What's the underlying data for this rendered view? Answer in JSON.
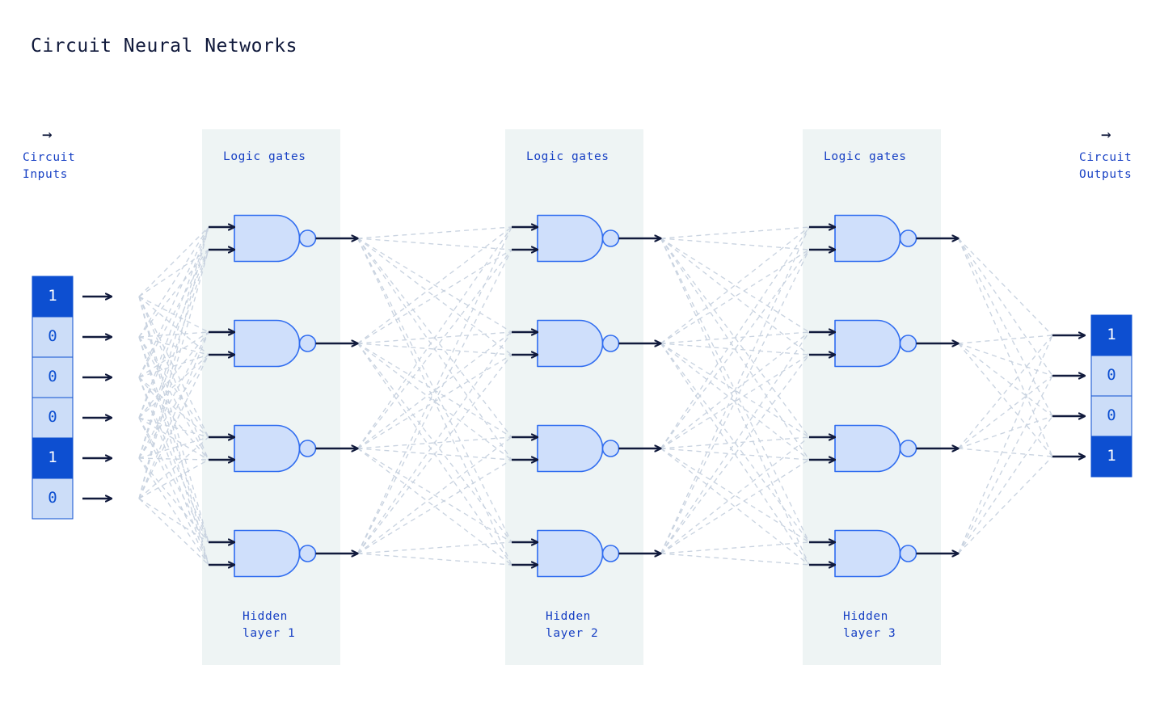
{
  "title": "Circuit Neural Networks",
  "colors": {
    "brand_blue": "#0d4fd1",
    "light_blue_cell": "#ccddf8",
    "gate_fill": "#cfdffb",
    "gate_stroke": "#2f6cf0",
    "panel_bg": "#eef4f4",
    "connection": "#c9d3e0",
    "arrow_dark": "#111a3c",
    "title_color": "#111a3c",
    "label_blue": "#1740c4"
  },
  "inputs": {
    "arrow_icon": "→",
    "caption_line1": "Circuit",
    "caption_line2": "Inputs",
    "values": [
      "1",
      "0",
      "0",
      "0",
      "1",
      "0"
    ]
  },
  "outputs": {
    "arrow_icon": "→",
    "caption_line1": "Circuit",
    "caption_line2": "Outputs",
    "values": [
      "1",
      "0",
      "0",
      "1"
    ]
  },
  "layers": [
    {
      "gates_label": "Logic gates",
      "hidden_label_line1": "Hidden",
      "hidden_label_line2": "layer 1",
      "gate_count": 4,
      "gate_type": "nand"
    },
    {
      "gates_label": "Logic gates",
      "hidden_label_line1": "Hidden",
      "hidden_label_line2": "layer 2",
      "gate_count": 4,
      "gate_type": "nand"
    },
    {
      "gates_label": "Logic gates",
      "hidden_label_line1": "Hidden",
      "hidden_label_line2": "layer 3",
      "gate_count": 4,
      "gate_type": "nand"
    }
  ]
}
